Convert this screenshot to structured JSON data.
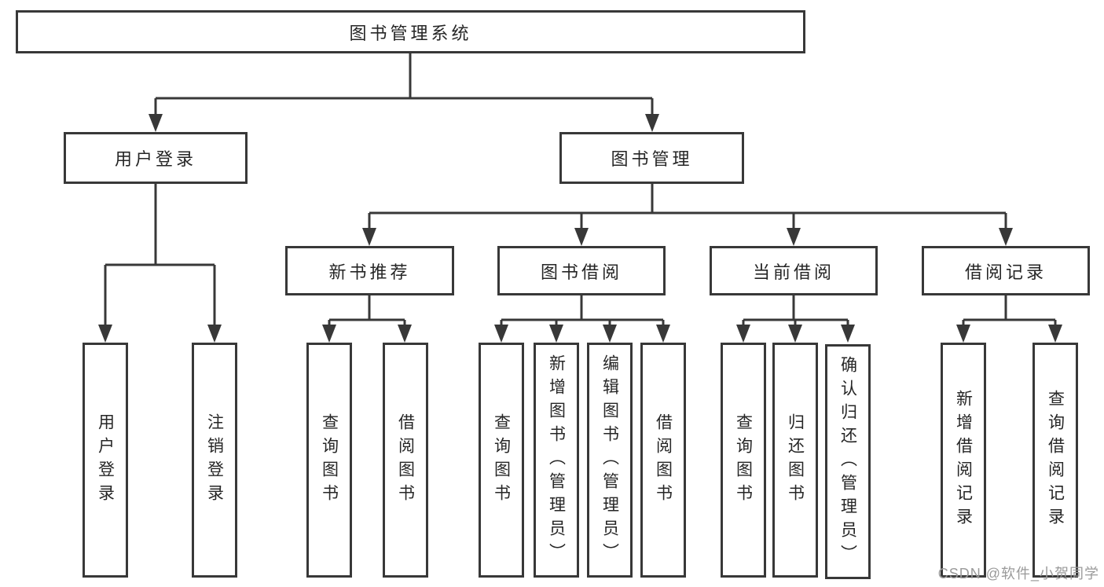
{
  "diagram_type": "hierarchy-tree",
  "tree": {
    "label": "图书管理系统",
    "children": [
      {
        "label": "用户登录",
        "children": [
          {
            "label": "用户登录"
          },
          {
            "label": "注销登录"
          }
        ]
      },
      {
        "label": "图书管理",
        "children": [
          {
            "label": "新书推荐",
            "children": [
              {
                "label": "查询图书"
              },
              {
                "label": "借阅图书"
              }
            ]
          },
          {
            "label": "图书借阅",
            "children": [
              {
                "label": "查询图书"
              },
              {
                "label": "新增图书（管理员）"
              },
              {
                "label": "编辑图书（管理员）"
              },
              {
                "label": "借阅图书"
              }
            ]
          },
          {
            "label": "当前借阅",
            "children": [
              {
                "label": "查询图书"
              },
              {
                "label": "归还图书"
              },
              {
                "label": "确认归还（管理员）"
              }
            ]
          },
          {
            "label": "借阅记录",
            "children": [
              {
                "label": "新增借阅记录"
              },
              {
                "label": "查询借阅记录"
              }
            ]
          }
        ]
      }
    ]
  },
  "watermark": {
    "text": "CSDN @软件_小贺同学"
  },
  "colors": {
    "line": "#383838",
    "box_border": "#383838",
    "box_fill": "#ffffff",
    "text": "#262626",
    "watermark": "#9a9a9a",
    "background": "#ffffff"
  }
}
